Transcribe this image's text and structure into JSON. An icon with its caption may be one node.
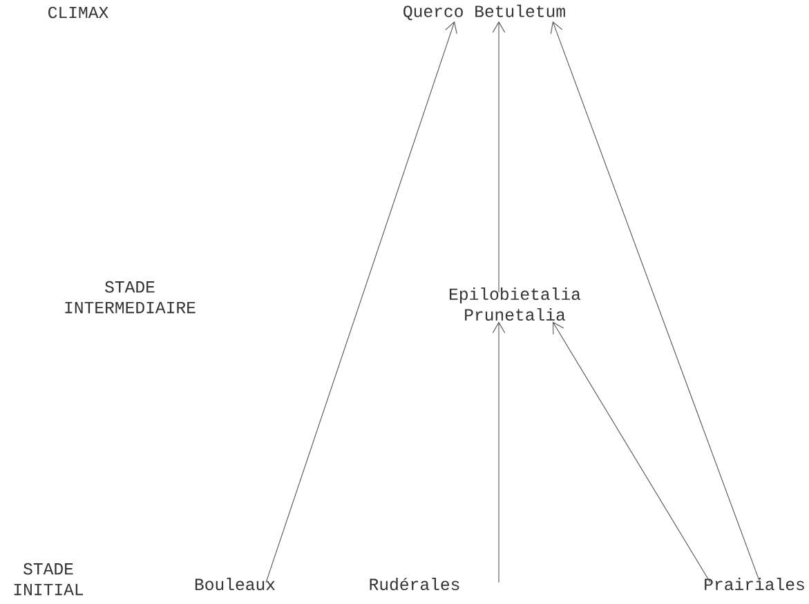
{
  "diagram": {
    "nodes": [
      {
        "text": [
          "Querco Betuletum"
        ]
      },
      {
        "text": [
          "Epilobietalia Prunetalia"
        ]
      },
      {
        "text": [
          "Bouleaux"
        ]
      },
      {
        "text": [
          "Rudérales"
        ]
      },
      {
        "text": [
          "Prairiales"
        ]
      }
    ],
    "edges": [
      {
        "from": 2,
        "to": 0,
        "arrow": "to"
      },
      {
        "from": 1,
        "to": 0,
        "arrow": "to"
      },
      {
        "from": 4,
        "to": 0,
        "arrow": "to"
      },
      {
        "from": 3,
        "to": 1,
        "arrow": "to"
      },
      {
        "from": 4,
        "to": 1,
        "arrow": "to"
      }
    ],
    "labels": [
      "CLIMAX",
      "STADE INTERMEDIAIRE",
      "STADE INITIAL"
    ]
  }
}
